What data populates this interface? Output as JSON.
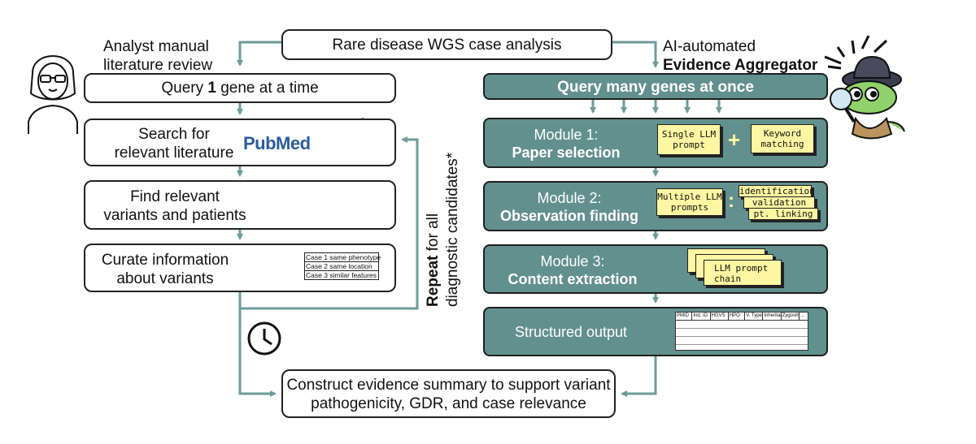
{
  "top": {
    "title": "Rare disease WGS case analysis"
  },
  "left": {
    "header_line1": "Analyst manual",
    "header_line2": "literature review",
    "query_pre": "Query ",
    "query_num": "1",
    "query_post": " gene at a time",
    "search_l1": "Search for",
    "search_l2": "relevant literature",
    "pubmed_logo": "PubMed",
    "find_l1": "Find relevant",
    "find_l2": "variants and patients",
    "curate_l1": "Curate information",
    "curate_l2": "about variants",
    "cases": [
      "Case 1 same phenotype",
      "Case 2 same location",
      "Case 3 similar features"
    ],
    "repeat_bold": "Repeat",
    "repeat_rest": " for all",
    "repeat_l2": "diagnostic candidates*"
  },
  "right": {
    "header_line1": "AI-automated",
    "header_line2": "Evidence Aggregator",
    "query_many": "Query many genes at once",
    "m1_title": "Module 1:",
    "m1_sub": "Paper selection",
    "m1_note1_l1": "Single LLM",
    "m1_note1_l2": "prompt",
    "m1_plus": "+",
    "m1_note2_l1": "Keyword",
    "m1_note2_l2": "matching",
    "m2_title": "Module 2:",
    "m2_sub": "Observation finding",
    "m2_note1_l1": "Multiple LLM",
    "m2_note1_l2": "prompts",
    "m2_colon": ":",
    "m2_tags": [
      "identification",
      "validation",
      "pt. linking"
    ],
    "m3_title": "Module 3:",
    "m3_sub": "Content extraction",
    "m3_note_l1": "LLM prompt",
    "m3_note_l2": "chain",
    "structured": "Structured output",
    "table_headers": [
      "PMID",
      "Ind. ID",
      "HGVS",
      "HPO",
      "V. Type",
      "Inheritance",
      "Zygosity",
      "..."
    ]
  },
  "bottom": {
    "line1": "Construct evidence summary to support variant",
    "line2": "pathogenicity, GDR, and case relevance"
  },
  "colors": {
    "teal": "#62908e",
    "arrow": "#6e9b99",
    "note": "#fdf6a2",
    "pubmed_blue": "#2a5c9a"
  }
}
